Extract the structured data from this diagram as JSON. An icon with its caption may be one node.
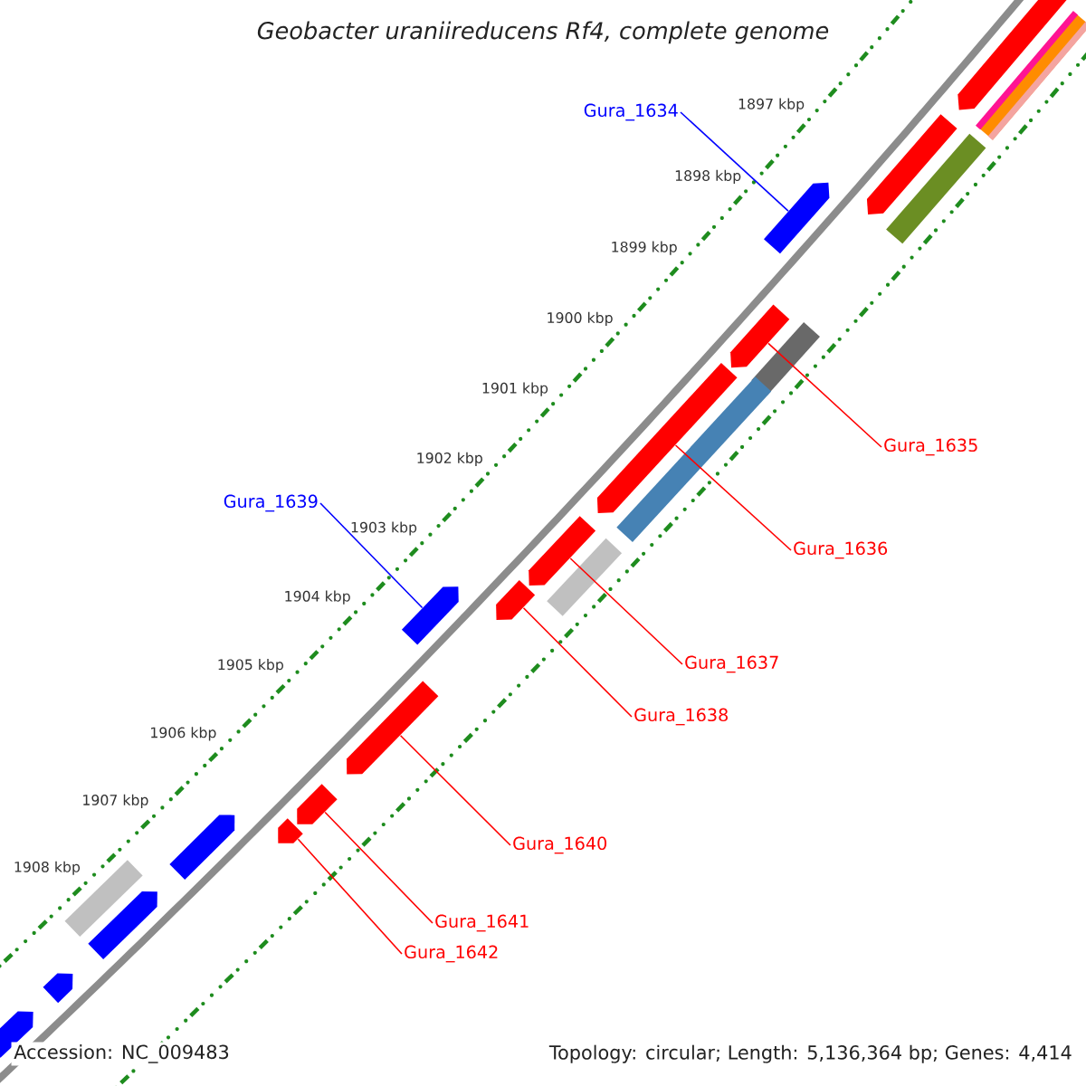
{
  "diagram": {
    "title": "Geobacter uraniireducens Rf4, complete genome",
    "nodes": [
      {
        "text": [
          "Gura_1634"
        ]
      },
      {
        "text": [
          "Gura_1639"
        ]
      },
      {
        "text": [
          "Gura_1635"
        ]
      },
      {
        "text": [
          "Gura_1636"
        ]
      },
      {
        "text": [
          "Gura_1637"
        ]
      },
      {
        "text": [
          "Gura_1638"
        ]
      },
      {
        "text": [
          "Gura_1640"
        ]
      },
      {
        "text": [
          "Gura_1641"
        ]
      },
      {
        "text": [
          "Gura_1642"
        ]
      },
      {
        "text": [],
        "shape": "arrow"
      },
      {
        "text": [],
        "shape": "arrow"
      },
      {
        "text": [],
        "shape": "arrow"
      },
      {
        "text": [],
        "shape": "arrow"
      },
      {
        "text": [],
        "shape": "arrow"
      },
      {
        "text": [],
        "shape": "arrow"
      },
      {
        "text": [],
        "shape": "bar"
      },
      {
        "text": [],
        "shape": "arrow"
      },
      {
        "text": [],
        "shape": "arrow"
      },
      {
        "text": [],
        "shape": "arrow"
      },
      {
        "text": [],
        "shape": "arrow"
      },
      {
        "text": [],
        "shape": "arrow"
      },
      {
        "text": [],
        "shape": "arrow"
      },
      {
        "text": [],
        "shape": "arrow"
      },
      {
        "text": [],
        "shape": "arrow"
      },
      {
        "text": [],
        "shape": "arrow"
      },
      {
        "text": [],
        "shape": "bar"
      },
      {
        "text": [],
        "shape": "bar"
      },
      {
        "text": [],
        "shape": "bar"
      },
      {
        "text": [],
        "shape": "bar"
      },
      {
        "text": [],
        "shape": "bar"
      }
    ],
    "edges": [
      {
        "from": 0,
        "to": 9,
        "arrow": "none",
        "color": "#0000ff"
      },
      {
        "from": 1,
        "to": 10,
        "arrow": "none",
        "color": "#0000ff"
      },
      {
        "from": 2,
        "to": 18,
        "arrow": "none"
      },
      {
        "from": 3,
        "to": 19,
        "arrow": "none"
      },
      {
        "from": 4,
        "to": 20,
        "arrow": "none"
      },
      {
        "from": 5,
        "to": 21,
        "arrow": "none"
      },
      {
        "from": 6,
        "to": 22,
        "arrow": "none"
      },
      {
        "from": 7,
        "to": 23,
        "arrow": "none"
      },
      {
        "from": 8,
        "to": 24,
        "arrow": "none"
      }
    ],
    "labels": [
      "1897 kbp",
      "1898 kbp",
      "1899 kbp",
      "1900 kbp",
      "1901 kbp",
      "1902 kbp",
      "1903 kbp",
      "1904 kbp",
      "1905 kbp",
      "1906 kbp",
      "1907 kbp",
      "1908 kbp",
      "Accession: NC_009483",
      "Topology: circular; Length: 5,136,364 bp; Genes: 4,414"
    ]
  }
}
